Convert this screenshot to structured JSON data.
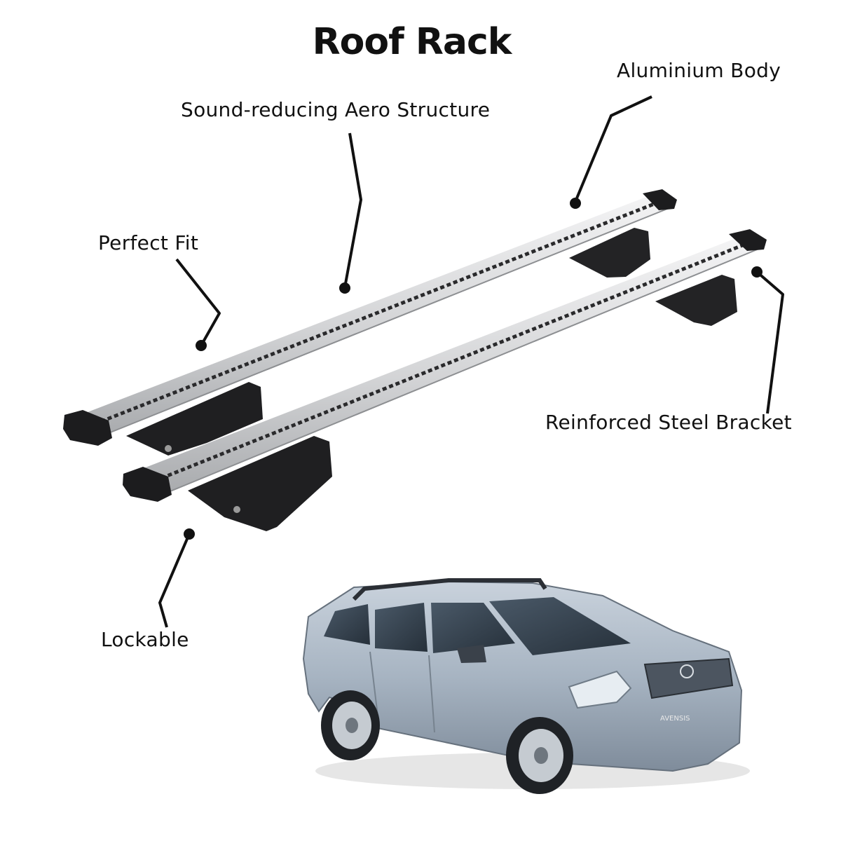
{
  "title": "Roof Rack",
  "callouts": {
    "aero": "Sound-reducing Aero Structure",
    "aluminium": "Aluminium Body",
    "fit": "Perfect Fit",
    "steel": "Reinforced Steel Bracket",
    "lock": "Lockable"
  },
  "vehicle_badge": "AVENSIS",
  "colors": {
    "text": "#111111",
    "bar_silver": "#d6d7d9",
    "bracket_black": "#1e1e20",
    "car_silver_blue": "#a6b3c2"
  }
}
